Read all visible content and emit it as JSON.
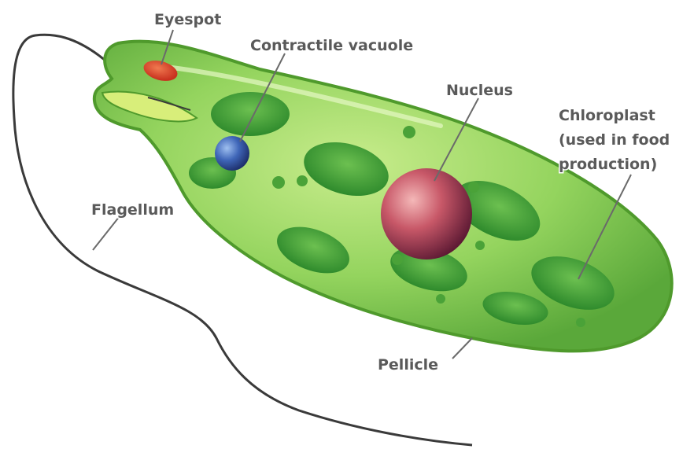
{
  "diagram": {
    "labels": {
      "eyespot": "Eyespot",
      "contractile_vacuole": "Contractile vacuole",
      "nucleus": "Nucleus",
      "chloroplast_line1": "Chloroplast",
      "chloroplast_line2": "(used in food",
      "chloroplast_line3": "production)",
      "flagellum": "Flagellum",
      "pellicle": "Pellicle"
    },
    "colors": {
      "cell_body": "#7ec850",
      "cell_outline": "#4f9a2c",
      "chloroplast": "#3f9a35",
      "nucleus": "#a03048",
      "contractile_vacuole": "#3a5ca8",
      "eyespot": "#d8442a",
      "flagellum": "#3a3a3a"
    }
  }
}
